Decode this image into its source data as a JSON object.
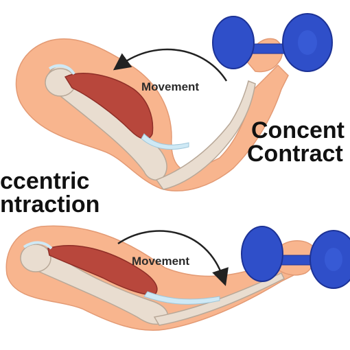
{
  "labels": {
    "concentric_line1": "Concent",
    "concentric_line2": "Contract",
    "eccentric_line1": "ccentric",
    "eccentric_line2": "ntraction",
    "movement_top": "Movement",
    "movement_bottom": "Movement"
  },
  "colors": {
    "skin": "#f8b58e",
    "skin_edge": "#e39a74",
    "bone": "#e9ddd0",
    "bone_edge": "#b8a898",
    "muscle": "#b8473c",
    "muscle_dark": "#8e2e27",
    "tendon": "#cfe9f5",
    "dumbbell": "#2f4fc9",
    "dumbbell_dark": "#1c3296",
    "arrow": "#222222"
  }
}
